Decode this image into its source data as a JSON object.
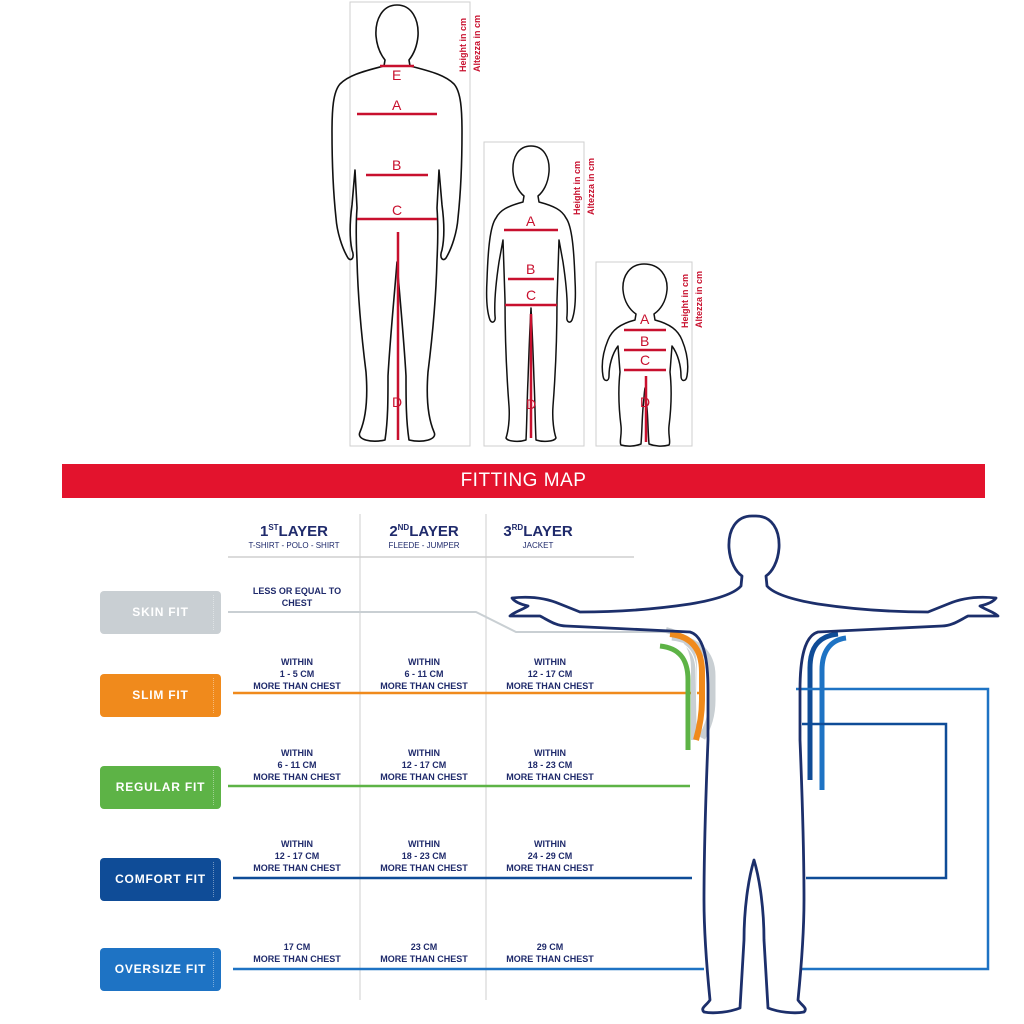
{
  "measure": {
    "height_label": "Height in cm",
    "altezza_label": "Altezza in cm",
    "adult_letters": [
      "E",
      "A",
      "B",
      "C",
      "D"
    ],
    "child_letters": [
      "A",
      "B",
      "C",
      "D"
    ],
    "toddler_letters": [
      "A",
      "B",
      "C",
      "D"
    ]
  },
  "banner": {
    "title": "FITTING MAP"
  },
  "layers": [
    {
      "num": "1",
      "sup": "ST",
      "word": "LAYER",
      "sub": "T-SHIRT - POLO - SHIRT"
    },
    {
      "num": "2",
      "sup": "ND",
      "word": "LAYER",
      "sub": "FLEEDE - JUMPER"
    },
    {
      "num": "3",
      "sup": "RD",
      "word": "LAYER",
      "sub": "JACKET"
    }
  ],
  "fits": [
    {
      "label": "SKIN FIT",
      "color": "#c9cfd3",
      "cells": [
        [
          "LESS OR EQUAL TO",
          "CHEST"
        ],
        [],
        []
      ]
    },
    {
      "label": "SLIM FIT",
      "color": "#f08a1c",
      "cells": [
        [
          "WITHIN",
          "1 - 5  CM",
          "MORE THAN CHEST"
        ],
        [
          "WITHIN",
          "6 - 11  CM",
          "MORE THAN CHEST"
        ],
        [
          "WITHIN",
          "12 - 17  CM",
          "MORE THAN CHEST"
        ]
      ]
    },
    {
      "label": "REGULAR FIT",
      "color": "#5db346",
      "cells": [
        [
          "WITHIN",
          "6 - 11  CM",
          "MORE THAN CHEST"
        ],
        [
          "WITHIN",
          "12 - 17  CM",
          "MORE THAN CHEST"
        ],
        [
          "WITHIN",
          "18 - 23  CM",
          "MORE THAN CHEST"
        ]
      ]
    },
    {
      "label": "COMFORT FIT",
      "color": "#0f4c97",
      "cells": [
        [
          "WITHIN",
          "12 - 17  CM",
          "MORE THAN CHEST"
        ],
        [
          "WITHIN",
          "18 - 23  CM",
          "MORE THAN CHEST"
        ],
        [
          "WITHIN",
          "24 - 29 CM",
          "MORE THAN CHEST"
        ]
      ]
    },
    {
      "label": "OVERSIZE FIT",
      "color": "#1e73c4",
      "cells": [
        [
          "17  CM",
          "MORE THAN CHEST"
        ],
        [
          "23  CM",
          "MORE THAN CHEST"
        ],
        [
          "29  CM",
          "MORE THAN CHEST"
        ]
      ]
    }
  ],
  "colors": {
    "measure_red": "#c8102e",
    "banner_red": "#e3132d",
    "navy": "#1f2a6b",
    "outline": "#1c2f6b"
  }
}
